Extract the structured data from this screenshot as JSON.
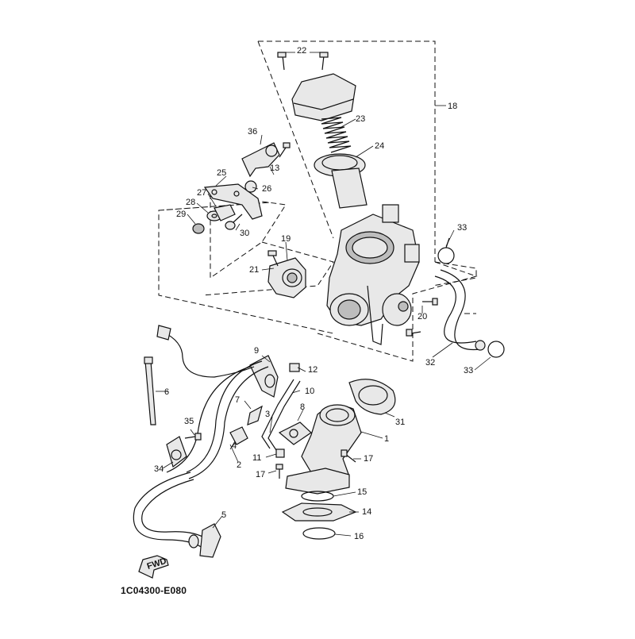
{
  "diagram": {
    "code": "1C04300-E080",
    "fwd_label": "FWD",
    "callouts": {
      "c1": "1",
      "c2": "2",
      "c3": "3",
      "c4": "4",
      "c5": "5",
      "c6": "6",
      "c7": "7",
      "c8": "8",
      "c9": "9",
      "c10": "10",
      "c11": "11",
      "c12": "12",
      "c13": "13",
      "c14": "14",
      "c15": "15",
      "c16": "16",
      "c17a": "17",
      "c17b": "17",
      "c18": "18",
      "c19": "19",
      "c20": "20",
      "c21": "21",
      "c22": "22",
      "c23": "23",
      "c24": "24",
      "c25": "25",
      "c26": "26",
      "c27": "27",
      "c28": "28",
      "c29": "29",
      "c30": "30",
      "c31": "31",
      "c32": "32",
      "c33a": "33",
      "c33b": "33",
      "c34": "34",
      "c35": "35",
      "c36": "36"
    }
  }
}
